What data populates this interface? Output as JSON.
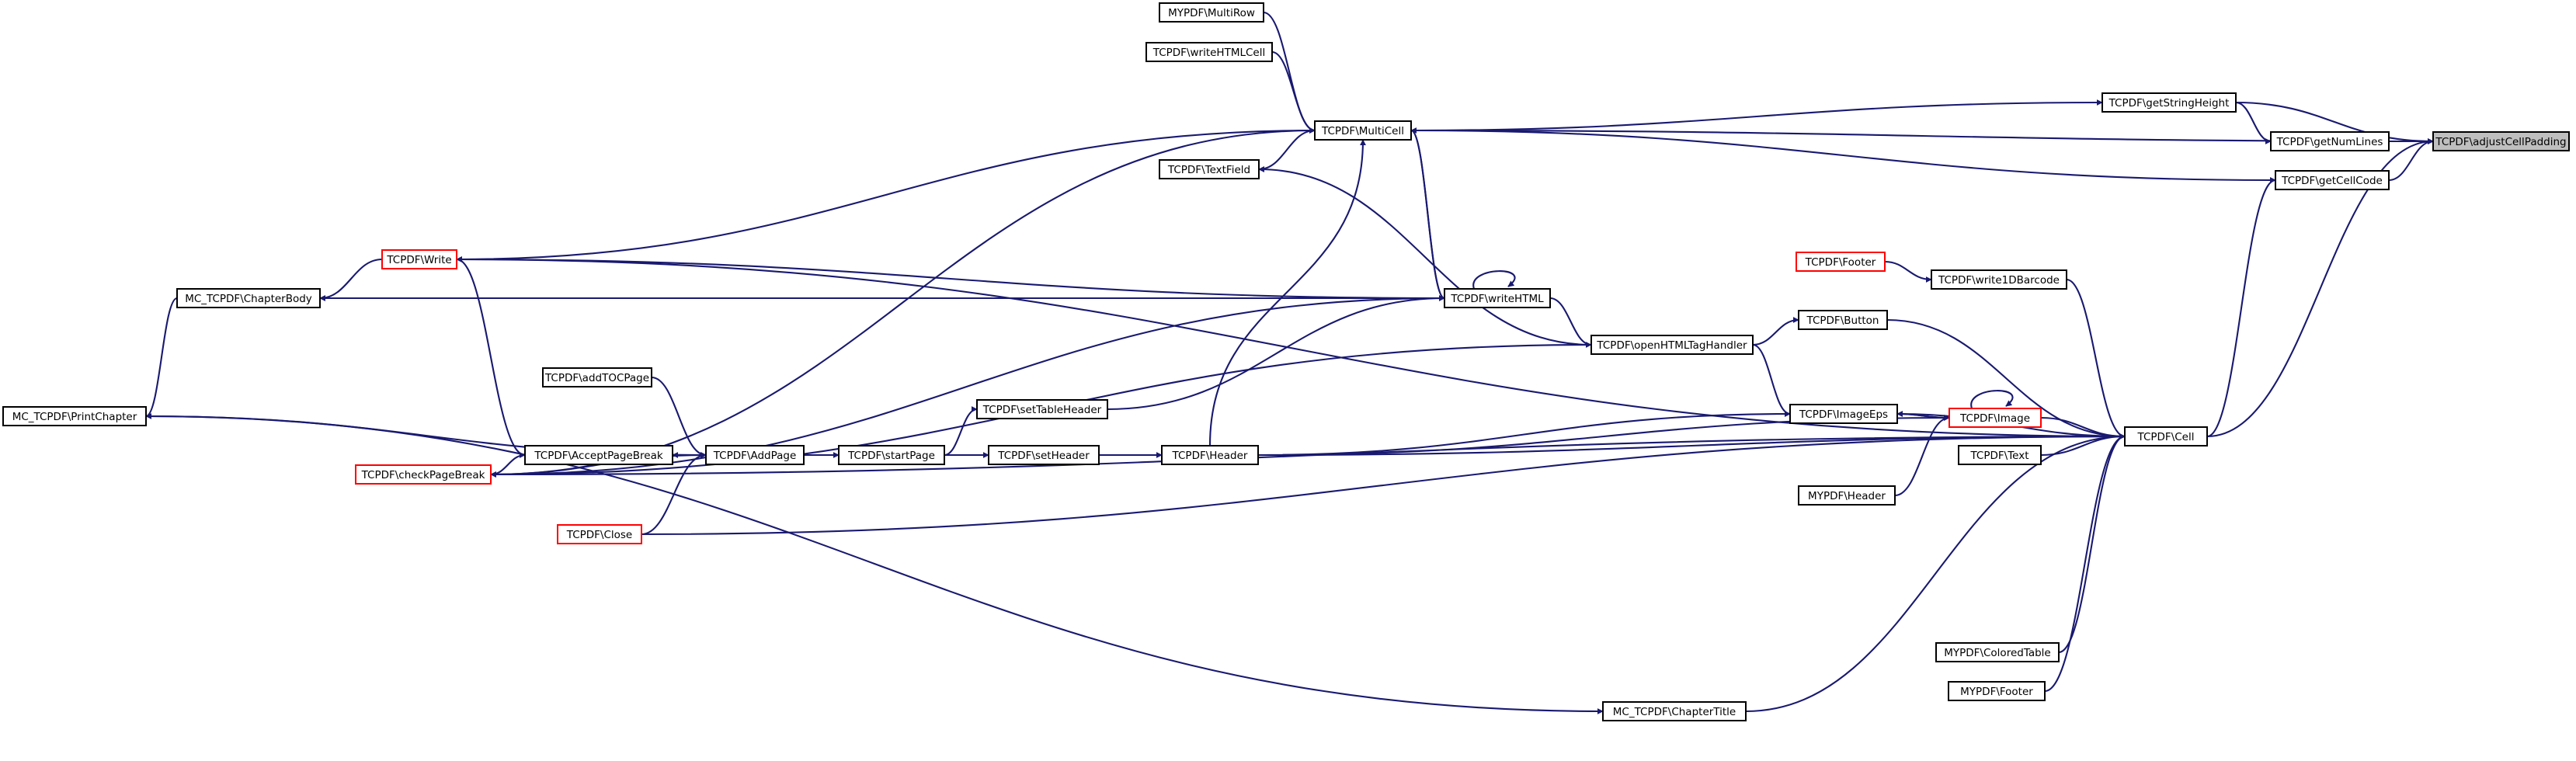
{
  "nodes": [
    {
      "id": "adjustCellPadding",
      "label": "TCPDF\\adjustCellPadding",
      "style": "root"
    },
    {
      "id": "getStringHeight",
      "label": "TCPDF\\getStringHeight",
      "style": "normal"
    },
    {
      "id": "getNumLines",
      "label": "TCPDF\\getNumLines",
      "style": "normal"
    },
    {
      "id": "getCellCode",
      "label": "TCPDF\\getCellCode",
      "style": "normal"
    },
    {
      "id": "Cell",
      "label": "TCPDF\\Cell",
      "style": "normal"
    },
    {
      "id": "MultiCell",
      "label": "TCPDF\\MultiCell",
      "style": "normal"
    },
    {
      "id": "MultiRow",
      "label": "MYPDF\\MultiRow",
      "style": "normal"
    },
    {
      "id": "writeHTMLCell",
      "label": "TCPDF\\writeHTMLCell",
      "style": "normal"
    },
    {
      "id": "TextField",
      "label": "TCPDF\\TextField",
      "style": "normal"
    },
    {
      "id": "Write",
      "label": "TCPDF\\Write",
      "style": "truncated"
    },
    {
      "id": "ChapterBody",
      "label": "MC_TCPDF\\ChapterBody",
      "style": "normal"
    },
    {
      "id": "PrintChapter",
      "label": "MC_TCPDF\\PrintChapter",
      "style": "normal"
    },
    {
      "id": "writeHTML",
      "label": "TCPDF\\writeHTML",
      "style": "normal"
    },
    {
      "id": "Footer",
      "label": "TCPDF\\Footer",
      "style": "truncated"
    },
    {
      "id": "write1DBarcode",
      "label": "TCPDF\\write1DBarcode",
      "style": "normal"
    },
    {
      "id": "Button",
      "label": "TCPDF\\Button",
      "style": "normal"
    },
    {
      "id": "openHTMLTagHandler",
      "label": "TCPDF\\openHTMLTagHandler",
      "style": "normal"
    },
    {
      "id": "addTOCPage",
      "label": "TCPDF\\addTOCPage",
      "style": "normal"
    },
    {
      "id": "setTableHeader",
      "label": "TCPDF\\setTableHeader",
      "style": "normal"
    },
    {
      "id": "ImageEps",
      "label": "TCPDF\\ImageEps",
      "style": "normal"
    },
    {
      "id": "Image",
      "label": "TCPDF\\Image",
      "style": "truncated"
    },
    {
      "id": "AcceptPageBreak",
      "label": "TCPDF\\AcceptPageBreak",
      "style": "normal"
    },
    {
      "id": "AddPage",
      "label": "TCPDF\\AddPage",
      "style": "normal"
    },
    {
      "id": "startPage",
      "label": "TCPDF\\startPage",
      "style": "normal"
    },
    {
      "id": "setHeader",
      "label": "TCPDF\\setHeader",
      "style": "normal"
    },
    {
      "id": "Header",
      "label": "TCPDF\\Header",
      "style": "normal"
    },
    {
      "id": "Text",
      "label": "TCPDF\\Text",
      "style": "normal"
    },
    {
      "id": "checkPageBreak",
      "label": "TCPDF\\checkPageBreak",
      "style": "truncated"
    },
    {
      "id": "MyHeader",
      "label": "MYPDF\\Header",
      "style": "normal"
    },
    {
      "id": "Close",
      "label": "TCPDF\\Close",
      "style": "truncated"
    },
    {
      "id": "ColoredTable",
      "label": "MYPDF\\ColoredTable",
      "style": "normal"
    },
    {
      "id": "MyFooter",
      "label": "MYPDF\\Footer",
      "style": "normal"
    },
    {
      "id": "ChapterTitle",
      "label": "MC_TCPDF\\ChapterTitle",
      "style": "normal"
    }
  ],
  "edges": [
    [
      "getStringHeight",
      "adjustCellPadding"
    ],
    [
      "getNumLines",
      "adjustCellPadding"
    ],
    [
      "getCellCode",
      "adjustCellPadding"
    ],
    [
      "Cell",
      "adjustCellPadding"
    ],
    [
      "MultiCell",
      "adjustCellPadding"
    ],
    [
      "MultiCell",
      "getStringHeight"
    ],
    [
      "getStringHeight",
      "getNumLines"
    ],
    [
      "MultiCell",
      "getCellCode"
    ],
    [
      "Cell",
      "getCellCode"
    ],
    [
      "MultiRow",
      "MultiCell"
    ],
    [
      "writeHTMLCell",
      "MultiCell"
    ],
    [
      "MultiCell",
      "TextField"
    ],
    [
      "MultiCell",
      "Write"
    ],
    [
      "writeHTML",
      "MultiCell"
    ],
    [
      "MultiCell",
      "writeHTML"
    ],
    [
      "Header",
      "MultiCell"
    ],
    [
      "Write",
      "ChapterBody"
    ],
    [
      "ChapterBody",
      "PrintChapter"
    ],
    [
      "writeHTML",
      "ChapterBody"
    ],
    [
      "writeHTML",
      "Write"
    ],
    [
      "writeHTML",
      "writeHTML"
    ],
    [
      "writeHTML",
      "openHTMLTagHandler"
    ],
    [
      "writeHTML",
      "checkPageBreak"
    ],
    [
      "openHTMLTagHandler",
      "TextField"
    ],
    [
      "Cell",
      "Write"
    ],
    [
      "Footer",
      "write1DBarcode"
    ],
    [
      "write1DBarcode",
      "Cell"
    ],
    [
      "openHTMLTagHandler",
      "Button"
    ],
    [
      "Button",
      "Cell"
    ],
    [
      "openHTMLTagHandler",
      "ImageEps"
    ],
    [
      "ImageEps",
      "Image"
    ],
    [
      "Image",
      "ImageEps"
    ],
    [
      "Image",
      "Image"
    ],
    [
      "Image",
      "Cell"
    ],
    [
      "Cell",
      "ImageEps"
    ],
    [
      "Header",
      "Image"
    ],
    [
      "Header",
      "ImageEps"
    ],
    [
      "MyHeader",
      "Image"
    ],
    [
      "Text",
      "Cell"
    ],
    [
      "Header",
      "Cell"
    ],
    [
      "Close",
      "Cell"
    ],
    [
      "checkPageBreak",
      "Cell"
    ],
    [
      "ColoredTable",
      "Cell"
    ],
    [
      "MyFooter",
      "Cell"
    ],
    [
      "ChapterTitle",
      "Cell"
    ],
    [
      "PrintChapter",
      "ChapterTitle"
    ],
    [
      "PrintChapter",
      "AddPage"
    ],
    [
      "Write",
      "AcceptPageBreak"
    ],
    [
      "AcceptPageBreak",
      "checkPageBreak"
    ],
    [
      "AddPage",
      "AcceptPageBreak"
    ],
    [
      "addTOCPage",
      "AddPage"
    ],
    [
      "checkPageBreak",
      "AddPage"
    ],
    [
      "Close",
      "AddPage"
    ],
    [
      "AddPage",
      "startPage"
    ],
    [
      "startPage",
      "setTableHeader"
    ],
    [
      "setTableHeader",
      "writeHTML"
    ],
    [
      "startPage",
      "setHeader"
    ],
    [
      "setHeader",
      "Header"
    ],
    [
      "openHTMLTagHandler",
      "checkPageBreak"
    ],
    [
      "checkPageBreak",
      "MultiCell"
    ]
  ]
}
